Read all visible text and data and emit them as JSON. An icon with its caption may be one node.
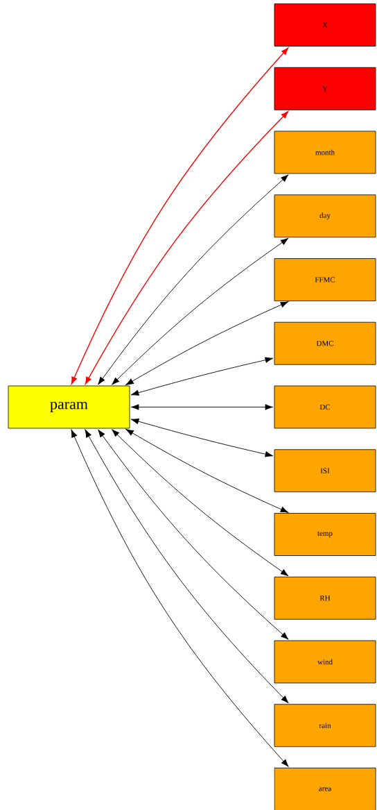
{
  "diagram": {
    "nodes": [
      {
        "text": [
          "param"
        ]
      },
      {
        "text": [
          "X"
        ]
      },
      {
        "text": [
          "Y"
        ]
      },
      {
        "text": [
          "month"
        ]
      },
      {
        "text": [
          "day"
        ]
      },
      {
        "text": [
          "FFMC"
        ]
      },
      {
        "text": [
          "DMC"
        ]
      },
      {
        "text": [
          "DC"
        ]
      },
      {
        "text": [
          "ISI"
        ]
      },
      {
        "text": [
          "temp"
        ]
      },
      {
        "text": [
          "RH"
        ]
      },
      {
        "text": [
          "wind"
        ]
      },
      {
        "text": [
          "rain"
        ]
      },
      {
        "text": [
          "area"
        ]
      }
    ],
    "edges": [
      {
        "from": 0,
        "to": 1,
        "arrow": "both",
        "color": "#ff0000"
      },
      {
        "from": 0,
        "to": 2,
        "arrow": "both",
        "color": "#ff0000"
      },
      {
        "from": 0,
        "to": 3,
        "arrow": "both"
      },
      {
        "from": 0,
        "to": 4,
        "arrow": "both"
      },
      {
        "from": 0,
        "to": 5,
        "arrow": "both"
      },
      {
        "from": 0,
        "to": 6,
        "arrow": "both"
      },
      {
        "from": 0,
        "to": 7,
        "arrow": "both"
      },
      {
        "from": 0,
        "to": 8,
        "arrow": "both"
      },
      {
        "from": 0,
        "to": 9,
        "arrow": "both"
      },
      {
        "from": 0,
        "to": 10,
        "arrow": "both"
      },
      {
        "from": 0,
        "to": 11,
        "arrow": "both"
      },
      {
        "from": 0,
        "to": 12,
        "arrow": "both"
      },
      {
        "from": 0,
        "to": 13,
        "arrow": "both"
      }
    ]
  }
}
